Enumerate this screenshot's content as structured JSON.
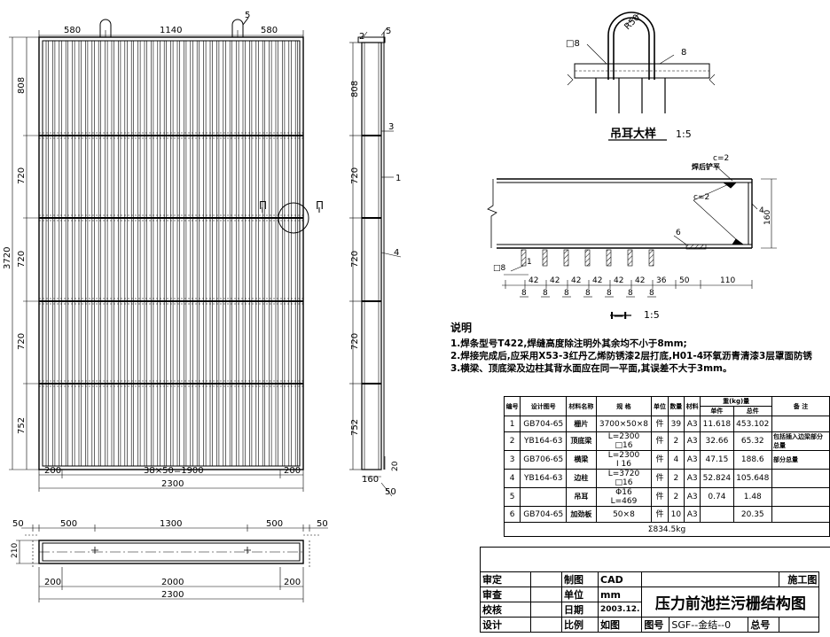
{
  "front": {
    "dims_top": [
      "580",
      "1140",
      "580"
    ],
    "part5": "5",
    "dims_left": [
      "808",
      "720",
      "720",
      "720",
      "752"
    ],
    "total_height": "3720",
    "dims_bottom": [
      "200",
      "38×50=1900",
      "200"
    ],
    "total_width": "2300",
    "section_mark": "Π"
  },
  "side": {
    "labels": [
      "2",
      "5",
      "3",
      "1",
      "4"
    ],
    "dims": [
      "808",
      "720",
      "720",
      "720",
      "752"
    ],
    "bottom_dims": [
      "20",
      "160",
      "50"
    ]
  },
  "plan": {
    "dims_top": [
      "50",
      "500",
      "1300",
      "500",
      "50"
    ],
    "dim_left": "210",
    "dims_bottom": [
      "200",
      "2000",
      "200"
    ],
    "total": "2300"
  },
  "lifting_lug": {
    "radius": "R50",
    "bar": "□8",
    "weld": "8",
    "title": "吊耳大样",
    "scale": "1:5"
  },
  "section": {
    "weld_top": "c=2",
    "weld_note": "焊后铲平",
    "weld_mid": "c=2",
    "label4": "4",
    "dim_height": "160",
    "label6": "6",
    "bar": "□8",
    "label1": "1",
    "dims": [
      "42",
      "42",
      "42",
      "42",
      "42",
      "42",
      "36",
      "50",
      "110"
    ],
    "welds": [
      "8",
      "8",
      "8",
      "8",
      "8",
      "8",
      "8"
    ],
    "title": "Ⅰ—Ⅰ",
    "scale": "1:5"
  },
  "notes": {
    "heading": "说明",
    "items": [
      "1.焊条型号T422,焊缝高度除注明外其余均不小于8mm;",
      "2.焊接完成后,应采用X53-3红丹乙烯防锈漆2层打底,H01-4环氧沥青清漆3层罩面防锈",
      "3.横梁、顶底梁及边柱其背水面应在同一平面,其误差不大于3mm。"
    ]
  },
  "materials": {
    "headers": [
      "编号",
      "设计图号",
      "材料名称",
      "规 格",
      "单位",
      "数量",
      "材料",
      "重(kg)量",
      "备 注"
    ],
    "sub_headers": [
      "单件",
      "总件"
    ],
    "rows": [
      [
        "1",
        "GB704-65",
        "栅片",
        "3700×50×8",
        "件",
        "39",
        "A3",
        "11.618",
        "453.102",
        ""
      ],
      [
        "2",
        "YB164-63",
        "顶底梁",
        "L=2300\n□16",
        "件",
        "2",
        "A3",
        "32.66",
        "65.32",
        "包括插入边梁部分总量"
      ],
      [
        "3",
        "GB706-65",
        "横梁",
        "L=2300\nI 16",
        "件",
        "4",
        "A3",
        "47.15",
        "188.6",
        "部分总量"
      ],
      [
        "4",
        "YB164-63",
        "边柱",
        "L=3720\n□16",
        "件",
        "2",
        "A3",
        "52.824",
        "105.648",
        ""
      ],
      [
        "5",
        "",
        "吊耳",
        "Φ16\nL=469",
        "件",
        "2",
        "A3",
        "0.74",
        "1.48",
        ""
      ],
      [
        "6",
        "GB704-65",
        "加劲板",
        "50×8",
        "件",
        "10",
        "A3",
        "",
        "20.35",
        ""
      ]
    ],
    "total": "Σ834.5kg"
  },
  "title_block": {
    "rows": [
      [
        "审定",
        "",
        "制图",
        "CAD"
      ],
      [
        "审查",
        "",
        "单位",
        "mm"
      ],
      [
        "校核",
        "",
        "日期",
        "2003.12."
      ],
      [
        "设计",
        "",
        "比例",
        "如图"
      ]
    ],
    "stage": "施工图",
    "drawing_title": "压力前池拦污栅结构图",
    "drawing_no_label": "图号",
    "drawing_no": "SGF--金结--0",
    "total_no_label": "总号"
  }
}
